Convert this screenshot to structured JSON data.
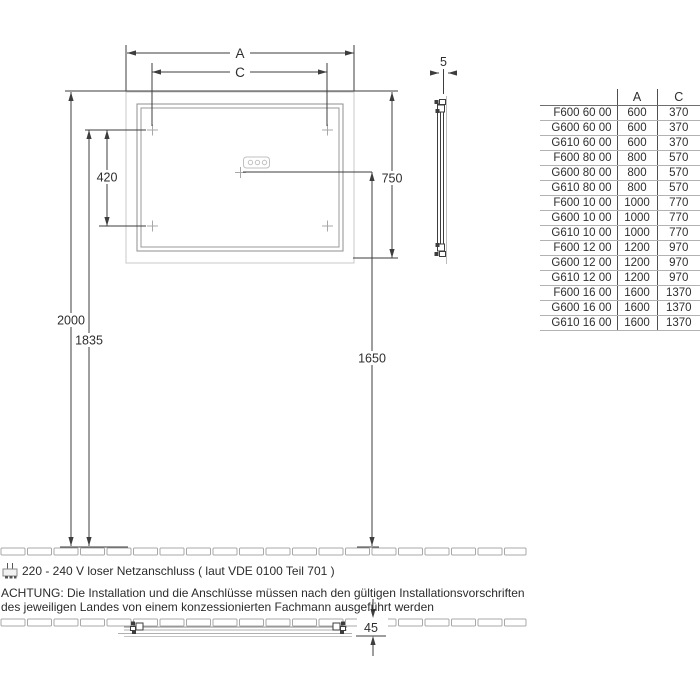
{
  "front_view": {
    "width_label": "A",
    "inner_width_label": "C",
    "hole_spacing": "420",
    "mirror_height": "750",
    "connection_height": "1650",
    "top_height": "2000",
    "hole_height": "1835"
  },
  "side_view": {
    "thickness": "5"
  },
  "top_view": {
    "depth": "45"
  },
  "table": {
    "col_a": "A",
    "col_c": "C",
    "rows": [
      {
        "model": "F600 60 00",
        "a": "600",
        "c": "370"
      },
      {
        "model": "G600 60 00",
        "a": "600",
        "c": "370"
      },
      {
        "model": "G610 60 00",
        "a": "600",
        "c": "370"
      },
      {
        "model": "F600 80 00",
        "a": "800",
        "c": "570"
      },
      {
        "model": "G600 80 00",
        "a": "800",
        "c": "570"
      },
      {
        "model": "G610 80 00",
        "a": "800",
        "c": "570"
      },
      {
        "model": "F600 10 00",
        "a": "1000",
        "c": "770"
      },
      {
        "model": "G600 10 00",
        "a": "1000",
        "c": "770"
      },
      {
        "model": "G610 10 00",
        "a": "1000",
        "c": "770"
      },
      {
        "model": "F600 12 00",
        "a": "1200",
        "c": "970"
      },
      {
        "model": "G600 12 00",
        "a": "1200",
        "c": "970"
      },
      {
        "model": "G610 12 00",
        "a": "1200",
        "c": "970"
      },
      {
        "model": "F600 16 00",
        "a": "1600",
        "c": "1370"
      },
      {
        "model": "G600 16 00",
        "a": "1600",
        "c": "1370"
      },
      {
        "model": "G610 16 00",
        "a": "1600",
        "c": "1370"
      }
    ]
  },
  "notes": {
    "power": "220 - 240 V loser Netzanschluss ( laut VDE 0100 Teil 701 )",
    "warning_line1": "ACHTUNG: Die Installation und die Anschlüsse müssen nach den gültigen Installationsvorschriften",
    "warning_line2": "des jeweiligen Landes von einem konzessionierten Fachmann ausgeführt werden"
  },
  "colors": {
    "line_dark": "#3d3d3d",
    "line_gray": "#a8a8a8",
    "line_light": "#c8c8c8"
  }
}
